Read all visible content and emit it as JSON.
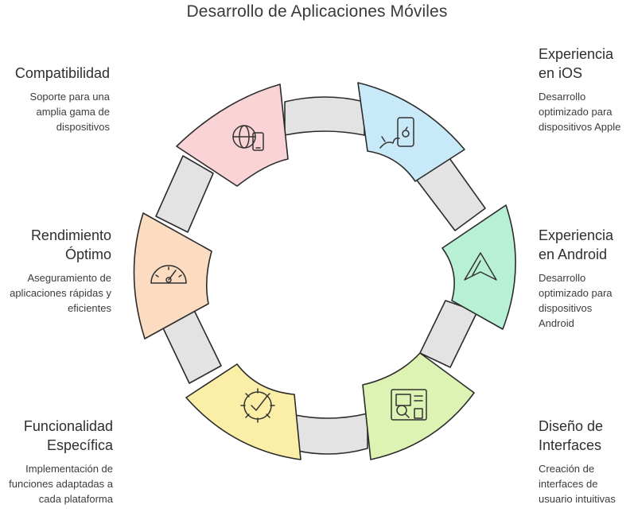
{
  "title": "Desarrollo de Aplicaciones Móviles",
  "segments": [
    {
      "heading": "Compatibilidad",
      "description": "Soporte para una amplia gama de dispositivos",
      "color": "#f9d3d6",
      "icon": "globe-phone-icon"
    },
    {
      "heading": "Experiencia en iOS",
      "description": "Desarrollo optimizado para dispositivos Apple",
      "color": "#c8e9f8",
      "icon": "apple-phone-icon"
    },
    {
      "heading": "Experiencia en Android",
      "description": "Desarrollo optimizado para dispositivos Android",
      "color": "#b8f0d6",
      "icon": "android-logo-icon"
    },
    {
      "heading": "Diseño de Interfaces",
      "description": "Creación de interfaces de usuario intuitivas",
      "color": "#ddf3b4",
      "icon": "interface-design-icon"
    },
    {
      "heading": "Funcionalidad Específica",
      "description": "Implementación de funciones adaptadas a cada plataforma",
      "color": "#fbeea6",
      "icon": "gear-check-icon"
    },
    {
      "heading": "Rendimiento Óptimo",
      "description": "Aseguramiento de aplicaciones rápidas y eficientes",
      "color": "#fbdcc0",
      "icon": "speedometer-icon"
    }
  ]
}
